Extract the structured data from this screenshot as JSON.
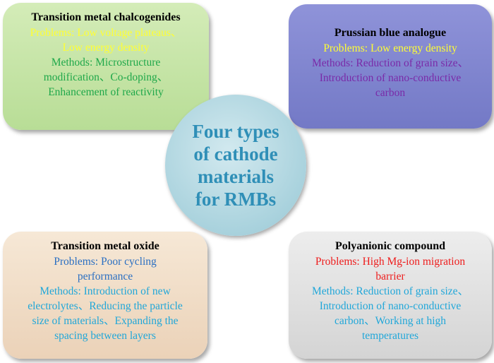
{
  "center": {
    "lines": [
      "Four types",
      "of cathode",
      "materials",
      "for RMBs"
    ],
    "color": "#2f8fb7"
  },
  "cards": {
    "top_left": {
      "title": "Transition metal chalcogenides",
      "problems": [
        "Problems: Low voltage plateaus、",
        "Low energy density"
      ],
      "methods": [
        "Methods: Microstructure",
        "modification、Co-doping、",
        "Enhancement of reactivity"
      ],
      "problems_color": "#ffff33",
      "methods_color": "#1fa84a"
    },
    "top_right": {
      "title": "Prussian blue analogue",
      "problems": [
        "Problems: Low energy density"
      ],
      "methods": [
        "Methods: Reduction of grain size、",
        "Introduction of nano-conductive",
        "carbon"
      ],
      "problems_color": "#ffff33",
      "methods_color": "#7a2aa8"
    },
    "bottom_left": {
      "title": "Transition metal oxide",
      "problems": [
        "Problems: Poor cycling",
        "performance"
      ],
      "methods": [
        "Methods: Introduction of new",
        "electrolytes、Reducing the particle",
        "size of materials、Expanding the",
        "spacing between layers"
      ],
      "problems_color": "#2a6fc2",
      "methods_color": "#21a7d9"
    },
    "bottom_right": {
      "title": "Polyanionic compound",
      "problems": [
        "Problems: High Mg-ion migration",
        "barrier"
      ],
      "methods": [
        "Methods: Reduction of grain size、",
        "Introduction of nano-conductive",
        "carbon、Working at high",
        "temperatures"
      ],
      "problems_color": "#ee1c1c",
      "methods_color": "#21a7d9"
    }
  }
}
